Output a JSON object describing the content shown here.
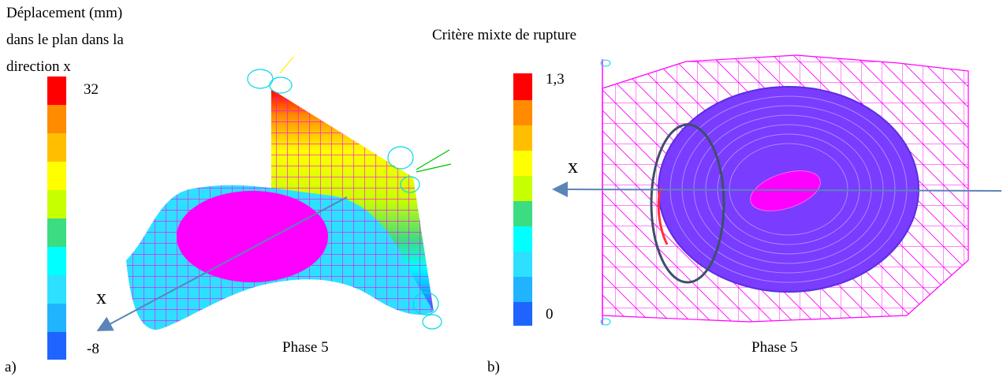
{
  "panel_a": {
    "legend_title_line1": "Déplacement (mm)",
    "legend_title_line2": "dans le plan dans la",
    "legend_title_line3": "direction x",
    "legend_max": "32",
    "legend_min": "-8",
    "axis_label": "x",
    "caption": "Phase 5",
    "panel_label": "a)"
  },
  "panel_b": {
    "title": "Critère mixte de rupture",
    "legend_max": "1,3",
    "legend_min": "0",
    "axis_label": "x",
    "caption": "Phase 5",
    "panel_label": "b)"
  },
  "colors": {
    "scale": [
      "#ff0000",
      "#ff8c00",
      "#ffbf00",
      "#ffff00",
      "#c8ff00",
      "#3cdc82",
      "#00ffff",
      "#2ee0ff",
      "#20b4ff",
      "#1f64ff"
    ],
    "mesh_magenta": "#ff00ff",
    "mesh_purple": "#7a3cff",
    "arrow": "#5b84b8",
    "ellipse": "#3d4f6b"
  }
}
